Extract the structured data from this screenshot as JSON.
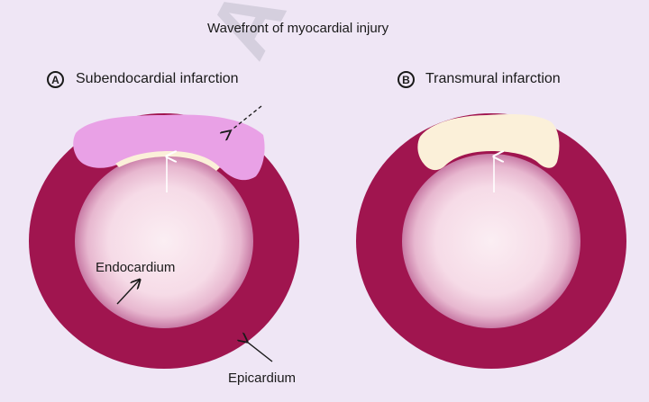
{
  "title": "Wavefront of myocardial injury",
  "panels": [
    {
      "badge": "A",
      "title": "Subendocardial infarction"
    },
    {
      "badge": "B",
      "title": "Transmural infarction"
    }
  ],
  "labels": {
    "endocardium": "Endocardium",
    "epicardium": "Epicardium"
  },
  "watermark": "Aut",
  "colors": {
    "background": "#efe6f5",
    "myocardium": "#a0154f",
    "cavity_center": "#fbeef3",
    "cavity_edge": "#d391b2",
    "subendo_infarct": "#e9a1e6",
    "transmural_infarct": "#fbf0d9"
  }
}
